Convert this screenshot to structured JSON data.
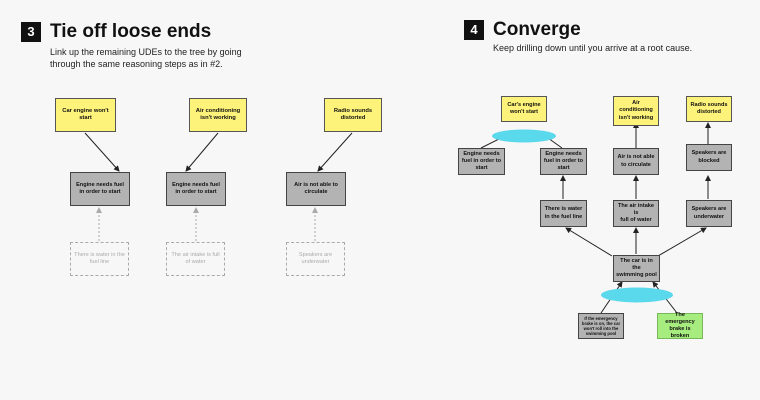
{
  "section3": {
    "number": "3",
    "title": "Tie off loose ends",
    "desc_line1": "Link up the remaining UDEs to the tree by going",
    "desc_line2": "through the same reasoning steps as in #2."
  },
  "section4": {
    "number": "4",
    "title": "Converge",
    "desc": "Keep drilling down until you arrive at a root cause."
  },
  "left": {
    "ude1": [
      "Car engine won't",
      "start"
    ],
    "ude2": [
      "Air conditioning",
      "isn't working"
    ],
    "ude3": [
      "Radio sounds",
      "distorted"
    ],
    "cause1": [
      "Engine needs fuel",
      "in order to start"
    ],
    "cause2": [
      "Engine needs fuel",
      "in order to start"
    ],
    "cause3": [
      "Air is not able to",
      "circulate"
    ],
    "ghost1": [
      "There is water in the",
      "fuel line"
    ],
    "ghost2": [
      "The air intake is full",
      "of water"
    ],
    "ghost3": [
      "Speakers are",
      "underwater"
    ]
  },
  "right": {
    "ude1": [
      "Car's engine",
      "won't start"
    ],
    "ude2": [
      "Air",
      "conditioning",
      "isn't working"
    ],
    "ude3": [
      "Radio sounds",
      "distorted"
    ],
    "a1": [
      "Engine needs",
      "fuel in order to",
      "start"
    ],
    "a2": [
      "Engine needs",
      "fuel in order to",
      "start"
    ],
    "a3": [
      "Air is not able",
      "to circulate"
    ],
    "a4": [
      "Speakers are",
      "blocked"
    ],
    "b1": [
      "There is water",
      "in the fuel line"
    ],
    "b2": [
      "The air intake is",
      "full of water"
    ],
    "b3": [
      "Speakers are",
      "underwater"
    ],
    "root": [
      "The car is in the",
      "swimming pool"
    ],
    "c1": [
      "If the emergency",
      "brake is on, the car",
      "won't roll into the",
      "swimming pool"
    ],
    "c2": [
      "The emergency",
      "brake is broken"
    ]
  },
  "colors": {
    "yellow": "#fdf27a",
    "gray": "#b3b3b3",
    "green": "#a6ec7e",
    "cyan": "#5ad8ec"
  }
}
